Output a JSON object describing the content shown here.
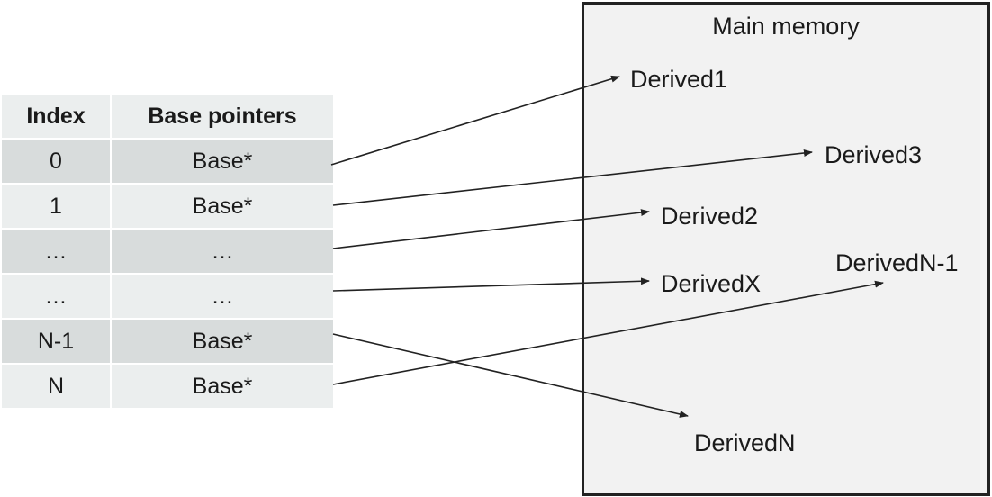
{
  "table": {
    "headers": [
      "Index",
      "Base pointers"
    ],
    "rows": [
      {
        "index": "0",
        "pointer": "Base*"
      },
      {
        "index": "1",
        "pointer": "Base*"
      },
      {
        "index": "…",
        "pointer": "…"
      },
      {
        "index": "…",
        "pointer": "…"
      },
      {
        "index": "N-1",
        "pointer": "Base*"
      },
      {
        "index": "N",
        "pointer": "Base*"
      }
    ]
  },
  "memory": {
    "title": "Main memory",
    "objects": [
      "Derived1",
      "Derived3",
      "Derived2",
      "DerivedX",
      "DerivedN-1",
      "DerivedN"
    ]
  },
  "links": [
    {
      "from_row": 0,
      "to": "Derived1"
    },
    {
      "from_row": 1,
      "to": "Derived3"
    },
    {
      "from_row": 2,
      "to": "Derived2"
    },
    {
      "from_row": 3,
      "to": "DerivedX"
    },
    {
      "from_row": 4,
      "to": "DerivedN"
    },
    {
      "from_row": 5,
      "to": "DerivedN-1"
    }
  ]
}
